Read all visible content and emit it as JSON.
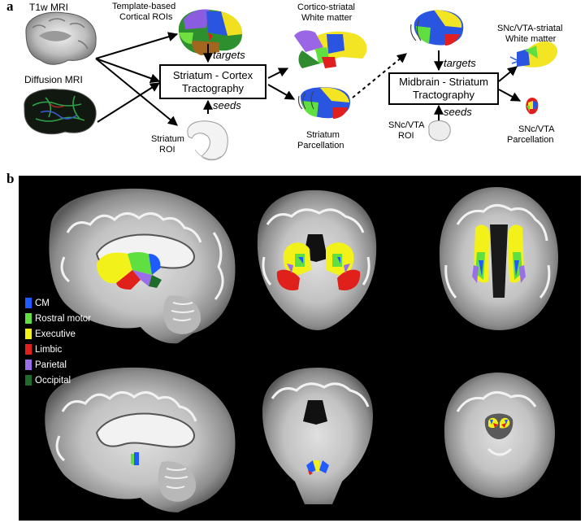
{
  "panel_a": {
    "letter": "a",
    "t1w_label": "T1w MRI",
    "diffusion_label": "Diffusion MRI",
    "cortical_rois_label": [
      "Template-based",
      "Cortical ROIs"
    ],
    "striatum_roi_label": [
      "Striatum",
      "ROI"
    ],
    "box1": [
      "Striatum - Cortex",
      "Tractography"
    ],
    "targets_1": "targets",
    "seeds_1": "seeds",
    "corticostriatal_label": [
      "Cortico-striatal",
      "White matter"
    ],
    "striatum_parcellation_label": [
      "Striatum",
      "Parcellation"
    ],
    "box2": [
      "Midbrain - Striatum",
      "Tractography"
    ],
    "targets_2": "targets",
    "seeds_2": "seeds",
    "sncvta_roi_label": [
      "SNc/VTA",
      "ROI"
    ],
    "sncvta_wm_label": [
      "SNc/VTA-striatal",
      "White matter"
    ],
    "sncvta_parcellation_label": [
      "SNc/VTA",
      "Parcellation"
    ]
  },
  "panel_b": {
    "letter": "b",
    "legend": [
      {
        "label": "CM",
        "color": "#1f5bff"
      },
      {
        "label": "Rostral motor",
        "color": "#5fe040"
      },
      {
        "label": "Executive",
        "color": "#f2f21a"
      },
      {
        "label": "Limbic",
        "color": "#e0201a"
      },
      {
        "label": "Parietal",
        "color": "#9a6ee8"
      },
      {
        "label": "Occipital",
        "color": "#1e6b2a"
      }
    ]
  },
  "colors": {
    "cm": "#1f5bff",
    "motor": "#5fe040",
    "executive": "#f2f21a",
    "limbic": "#e0201a",
    "parietal": "#9a6ee8",
    "occipital": "#1e6b2a",
    "brain_gray": "#cfcfcf",
    "white_matter": "#e8e8e8",
    "gray_matter": "#8a8a8a"
  }
}
